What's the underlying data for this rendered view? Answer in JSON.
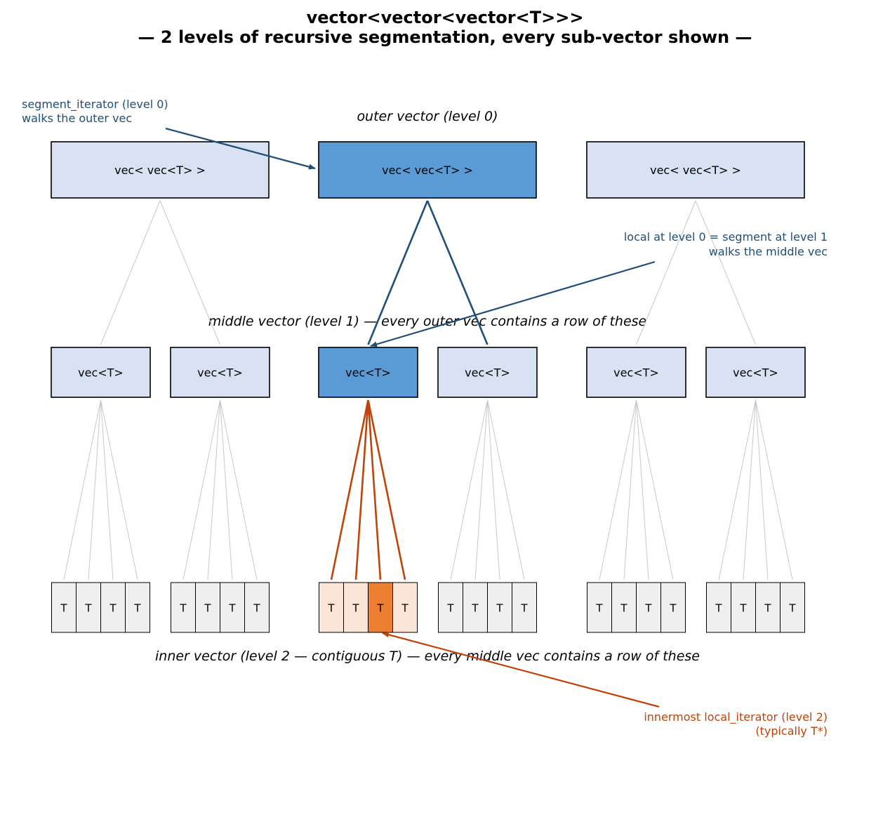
{
  "title": {
    "line1": "vector<vector<vector<T>>>",
    "line2": "— 2 levels of recursive segmentation, every sub-vector shown —"
  },
  "labels": {
    "outer": "outer vector  (level 0)",
    "middle": "middle vector  (level 1)  — every outer vec contains a row of these",
    "inner": "inner vector  (level 2 — contiguous T)  — every middle vec contains a row of these"
  },
  "box_text": {
    "outer": "vec< vec<T> >",
    "middle": "vec<T>",
    "cell": "T"
  },
  "structure": {
    "outer_count": 3,
    "middle_per_outer": 2,
    "cells_per_middle": 4,
    "active_outer": 1,
    "active_middle": 0,
    "active_cell": 2
  },
  "annotations": {
    "segment_iterator": [
      "segment_iterator (level 0)",
      "walks the outer vec"
    ],
    "local_level0": [
      "local at level 0  =  segment at level 1",
      "walks the middle vec"
    ],
    "innermost": [
      "innermost  local_iterator  (level 2)",
      "(typically T*)"
    ]
  },
  "colors": {
    "box_fill": "#d9e2f3",
    "active_fill": "#5b9bd5",
    "cell_fill": "#efefef",
    "cell_active_light": "#fbe5d6",
    "cell_active": "#ed7d31",
    "blue_arrow": "#1f4e79",
    "orange_arrow": "#c0430a",
    "tree_line": "#c8c8c8"
  }
}
